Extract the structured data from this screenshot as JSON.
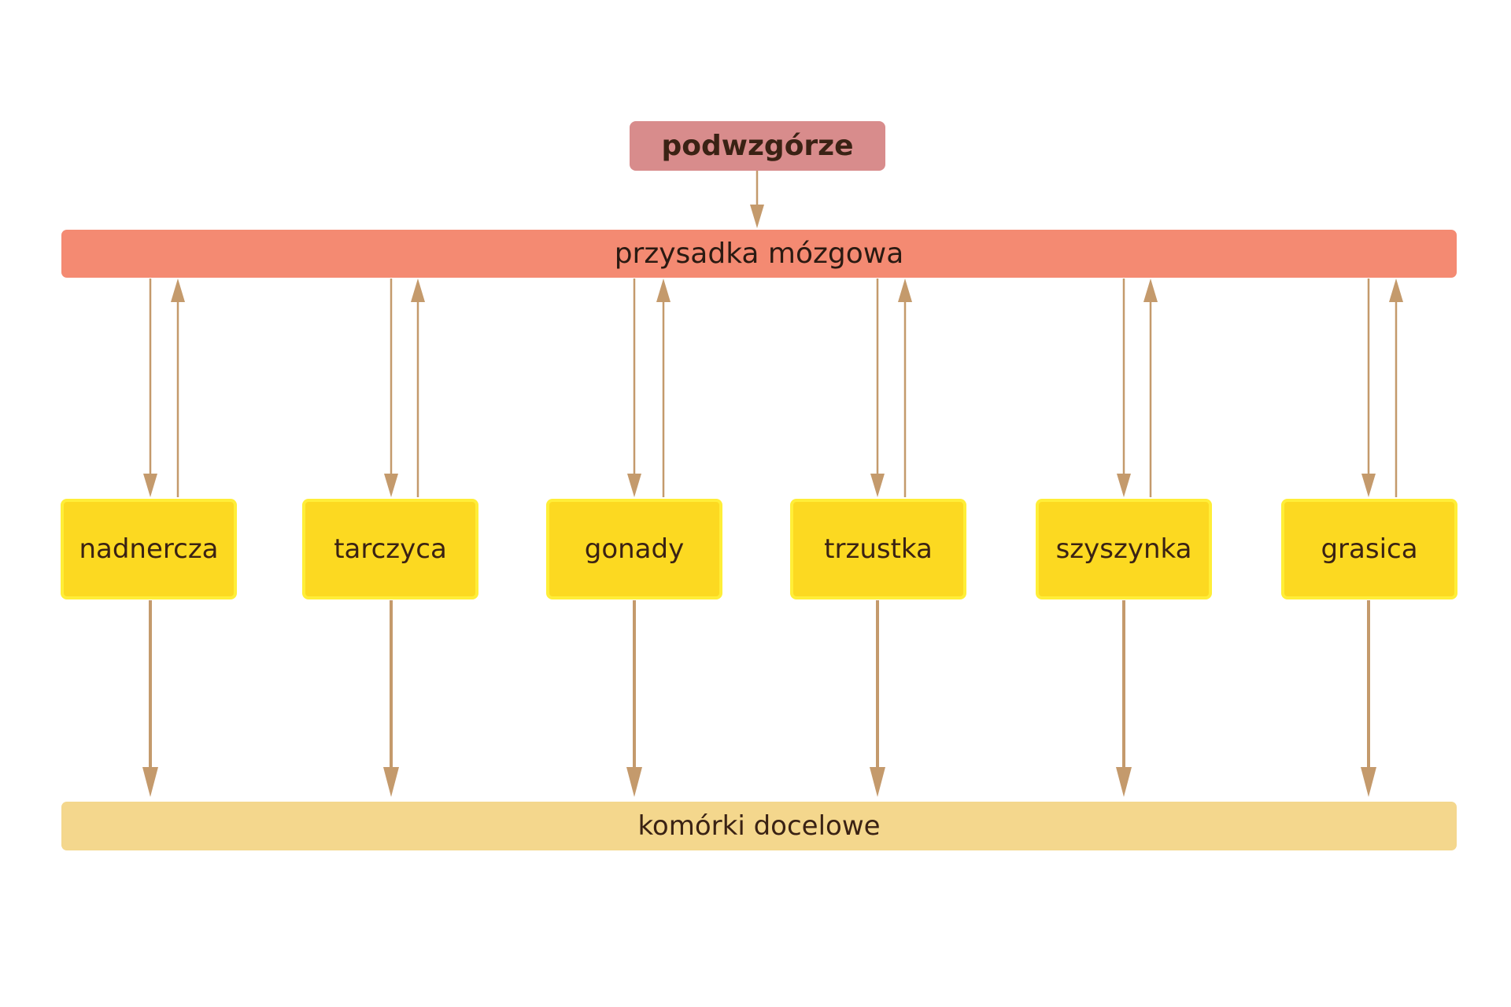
{
  "diagram": {
    "top_node": "podwzgórze",
    "pituitary": "przysadka mózgowa",
    "glands": [
      {
        "label": "nadnercza"
      },
      {
        "label": "tarczyca"
      },
      {
        "label": "gonady"
      },
      {
        "label": "trzustka"
      },
      {
        "label": "szyszynka"
      },
      {
        "label": "grasica"
      }
    ],
    "target": "komórki docelowe"
  },
  "colors": {
    "top_node": "#d88c8c",
    "pituitary": "#f48a72",
    "gland_fill": "#fcd921",
    "gland_border": "#ffee38",
    "target": "#f4d78d",
    "arrow": "#c49a6c",
    "text": "#3a2214"
  }
}
